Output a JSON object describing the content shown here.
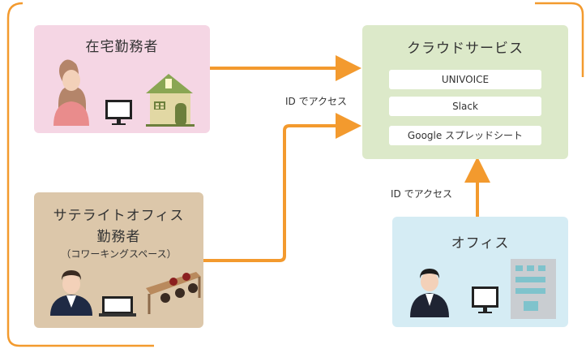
{
  "home": {
    "title": "在宅勤務者",
    "bg": "#f5d6e4"
  },
  "satellite": {
    "title_line1": "サテライトオフィス",
    "title_line2": "勤務者",
    "subtitle": "（コワーキングスペース）",
    "bg": "#dcc7aa"
  },
  "cloud": {
    "title": "クラウドサービス",
    "bg": "#dce9c9",
    "services": [
      "UNIVOICE",
      "Slack",
      "Google スプレッドシート"
    ]
  },
  "office": {
    "title": "オフィス",
    "bg": "#d5ecf4"
  },
  "arrows": {
    "label_top": "ID でアクセス",
    "label_right": "ID でアクセス"
  },
  "colors": {
    "arrow": "#f39a2e",
    "frame": "#f39a2e"
  }
}
